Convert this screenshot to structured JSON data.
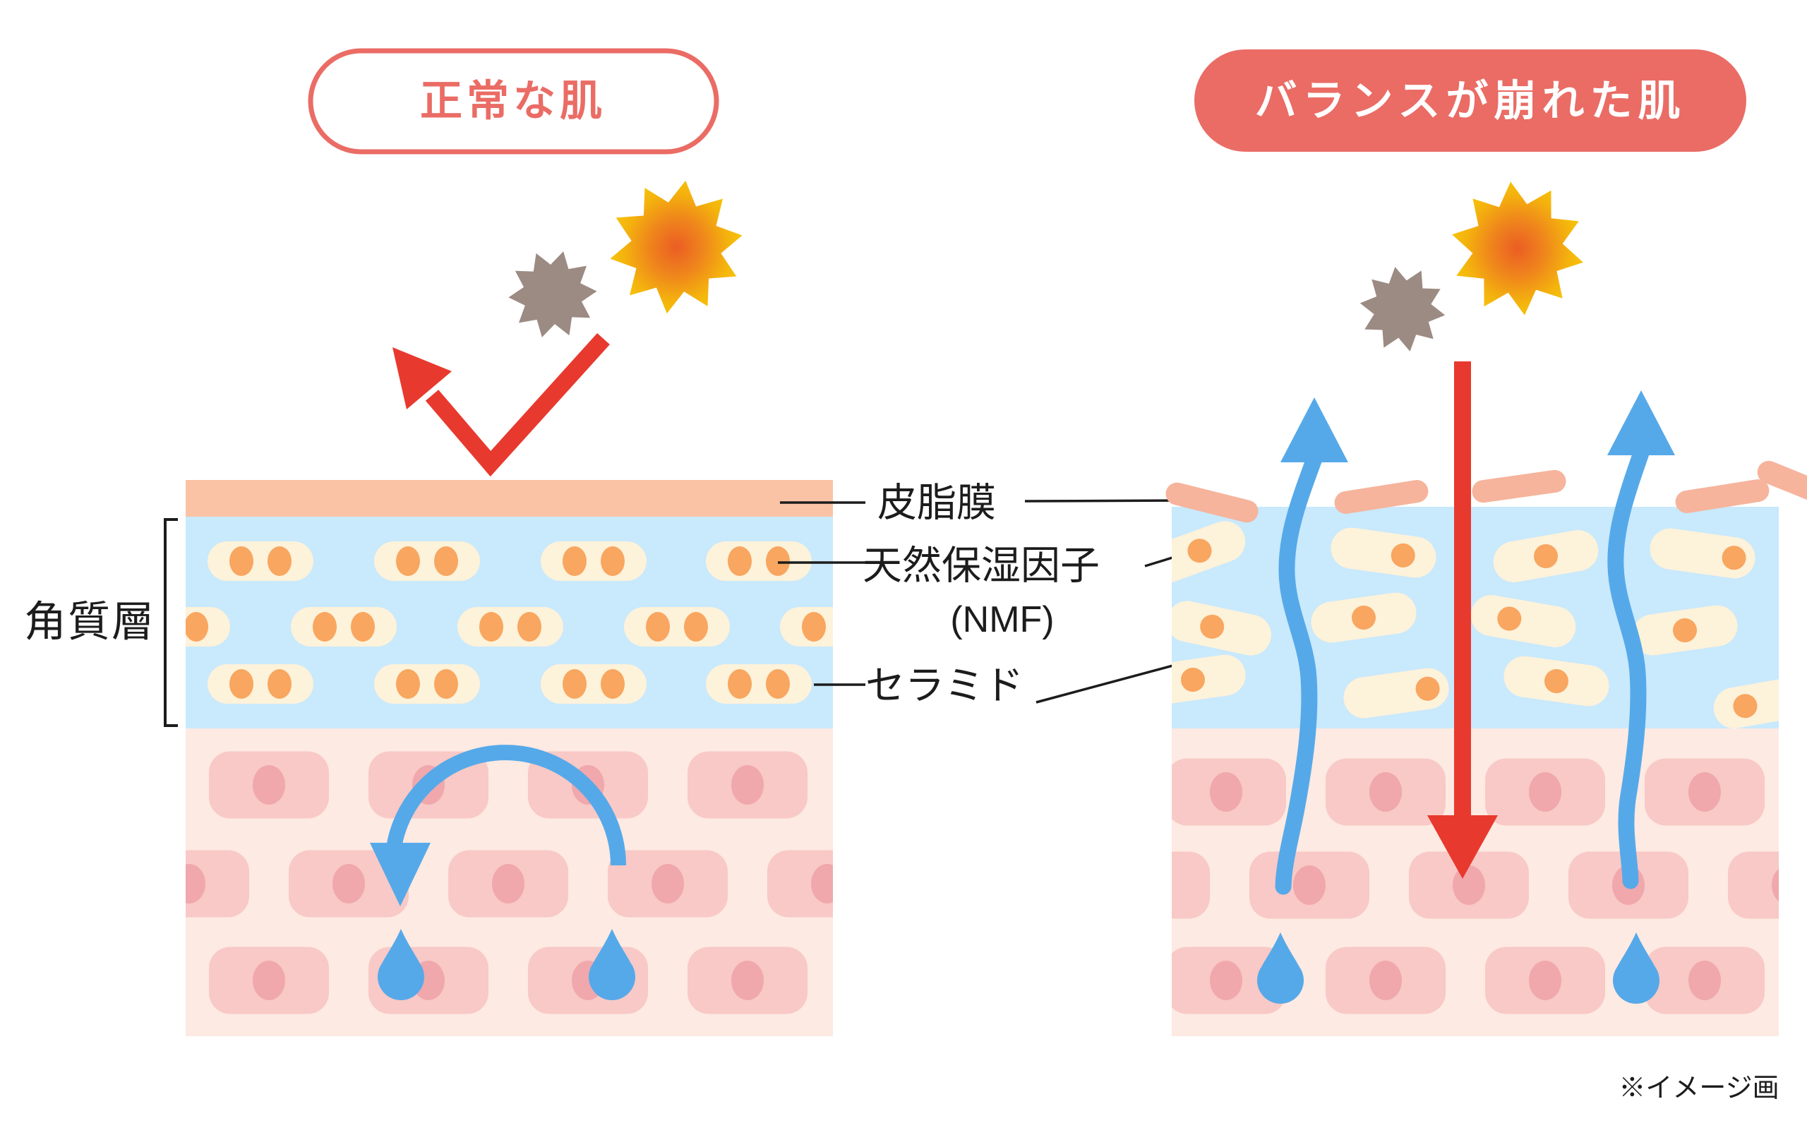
{
  "header": {
    "left_title": "正常な肌",
    "right_title": "バランスが崩れた肌"
  },
  "side_label": {
    "stratum_corneum": "角質層"
  },
  "annotations": {
    "sebum_film": "皮脂膜",
    "nmf": "天然保湿因子",
    "nmf_abbr": "(NMF)",
    "ceramide": "セラミド"
  },
  "footnote": "※イメージ画",
  "colors": {
    "coral": "#ea6c65",
    "red_arrow": "#e8392e",
    "sebum_film": "#fac3a5",
    "sebum_dash": "#f6b49c",
    "stratum_corneum_bg": "#c9e9fc",
    "ceramide_cell": "#fdf2da",
    "nmf_dot": "#f8a660",
    "dermis_bg": "#fdeae2",
    "dermis_cell": "#f8c9c6",
    "dermis_nucleus": "#f0a8ac",
    "water_blue": "#56a9e9",
    "germ_gray": "#9c8b83",
    "sun_center": "#eb5d24",
    "sun_edge": "#f8ce06",
    "line_black": "#1c1c1c"
  },
  "icons": {
    "sun": "sun-icon",
    "germ": "germ-icon",
    "uv_reflect": "uv-reflect-arrow-icon",
    "uv_penetrate": "uv-penetrate-arrow-icon",
    "moisture_circulation": "moisture-circulation-arrow-icon",
    "moisture_escape": "moisture-escape-arrow-icon",
    "water_drop": "water-drop-icon",
    "sebum_dash": "sebum-dash-icon",
    "ceramide_cell": "ceramide-cell-icon",
    "nmf_dot": "nmf-dot-icon",
    "skin_cell": "skin-cell-icon",
    "bracket": "stratum-corneum-bracket-icon"
  }
}
